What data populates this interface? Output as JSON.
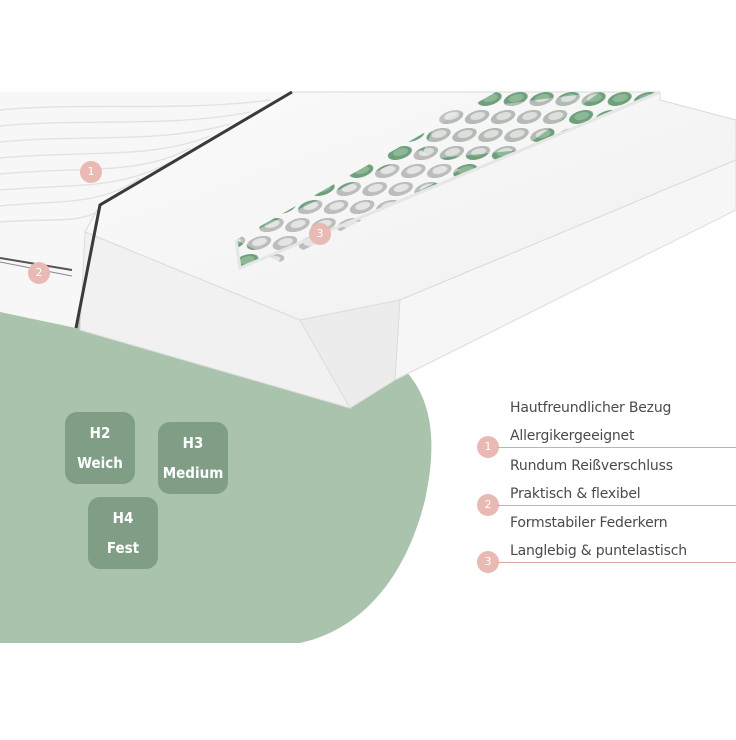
{
  "colors": {
    "sage": "#a9c3ad",
    "badge": "#7f9e85",
    "marker": "#e9b9b4",
    "rule": "#d9a8a4",
    "spring_green": "#6f9f7c",
    "spring_grey": "#cfcfcf"
  },
  "markers": {
    "m1": "1",
    "m2": "2",
    "m3": "3"
  },
  "firmness": [
    {
      "level": "H2",
      "label": "Weich"
    },
    {
      "level": "H3",
      "label": "Medium"
    },
    {
      "level": "H4",
      "label": "Fest"
    }
  ],
  "features": [
    {
      "number": "1",
      "line1": "Hautfreundlicher Bezug",
      "line2": "Allergikergeeignet"
    },
    {
      "number": "2",
      "line1": "Rundum Reißverschluss",
      "line2": "Praktisch & flexibel"
    },
    {
      "number": "3",
      "line1": "Formstabiler Federkern",
      "line2": "Langlebig & puntelastisch"
    }
  ]
}
